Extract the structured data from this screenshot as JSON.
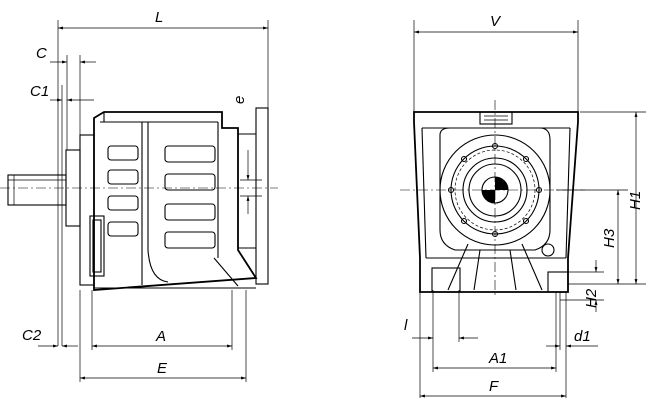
{
  "dimensions": {
    "L": "L",
    "C": "C",
    "C1": "C1",
    "C2": "C2",
    "e": "e",
    "A": "A",
    "E": "E",
    "V": "V",
    "H1": "H1",
    "H3": "H3",
    "H2": "H2",
    "l": "l",
    "d1": "d1",
    "A1": "A1",
    "F": "F"
  }
}
